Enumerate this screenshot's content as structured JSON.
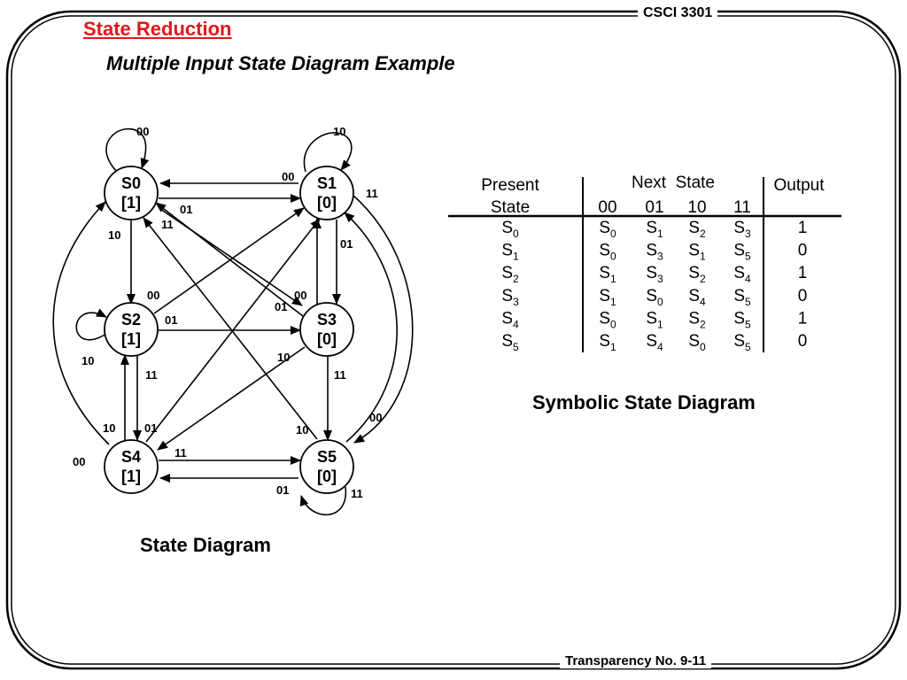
{
  "header": {
    "course": "CSCI 3301",
    "title": "State Reduction",
    "subtitle": "Multiple Input State Diagram Example"
  },
  "footer": {
    "label": "Transparency No. 9-11"
  },
  "diagram": {
    "caption": "State Diagram",
    "states": [
      {
        "id": "S0",
        "output": "[1]"
      },
      {
        "id": "S1",
        "output": "[0]"
      },
      {
        "id": "S2",
        "output": "[1]"
      },
      {
        "id": "S3",
        "output": "[0]"
      },
      {
        "id": "S4",
        "output": "[1]"
      },
      {
        "id": "S5",
        "output": "[0]"
      }
    ],
    "transitions": [
      {
        "from": "S0",
        "to": "S0",
        "input": "00"
      },
      {
        "from": "S0",
        "to": "S1",
        "input": "01"
      },
      {
        "from": "S0",
        "to": "S2",
        "input": "10"
      },
      {
        "from": "S0",
        "to": "S3",
        "input": "11"
      },
      {
        "from": "S1",
        "to": "S0",
        "input": "00"
      },
      {
        "from": "S1",
        "to": "S3",
        "input": "01"
      },
      {
        "from": "S1",
        "to": "S1",
        "input": "10"
      },
      {
        "from": "S1",
        "to": "S5",
        "input": "11"
      },
      {
        "from": "S2",
        "to": "S1",
        "input": "00"
      },
      {
        "from": "S2",
        "to": "S3",
        "input": "01"
      },
      {
        "from": "S2",
        "to": "S2",
        "input": "10"
      },
      {
        "from": "S2",
        "to": "S4",
        "input": "11"
      },
      {
        "from": "S3",
        "to": "S1",
        "input": "00"
      },
      {
        "from": "S3",
        "to": "S0",
        "input": "01"
      },
      {
        "from": "S3",
        "to": "S4",
        "input": "10"
      },
      {
        "from": "S3",
        "to": "S5",
        "input": "11"
      },
      {
        "from": "S4",
        "to": "S0",
        "input": "00"
      },
      {
        "from": "S4",
        "to": "S1",
        "input": "01"
      },
      {
        "from": "S4",
        "to": "S2",
        "input": "10"
      },
      {
        "from": "S4",
        "to": "S5",
        "input": "11"
      },
      {
        "from": "S5",
        "to": "S1",
        "input": "00"
      },
      {
        "from": "S5",
        "to": "S4",
        "input": "01"
      },
      {
        "from": "S5",
        "to": "S0",
        "input": "10"
      },
      {
        "from": "S5",
        "to": "S5",
        "input": "11"
      }
    ]
  },
  "table": {
    "caption": "Symbolic State Diagram",
    "header_present": [
      "Present",
      "State"
    ],
    "header_next": "Next  State",
    "header_output": "Output",
    "inputs": [
      "00",
      "01",
      "10",
      "11"
    ],
    "rows": [
      {
        "present": [
          "S",
          "0"
        ],
        "next": [
          [
            "S",
            "0"
          ],
          [
            "S",
            "1"
          ],
          [
            "S",
            "2"
          ],
          [
            "S",
            "3"
          ]
        ],
        "output": "1"
      },
      {
        "present": [
          "S",
          "1"
        ],
        "next": [
          [
            "S",
            "0"
          ],
          [
            "S",
            "3"
          ],
          [
            "S",
            "1"
          ],
          [
            "S",
            "5"
          ]
        ],
        "output": "0"
      },
      {
        "present": [
          "S",
          "2"
        ],
        "next": [
          [
            "S",
            "1"
          ],
          [
            "S",
            "3"
          ],
          [
            "S",
            "2"
          ],
          [
            "S",
            "4"
          ]
        ],
        "output": "1"
      },
      {
        "present": [
          "S",
          "3"
        ],
        "next": [
          [
            "S",
            "1"
          ],
          [
            "S",
            "0"
          ],
          [
            "S",
            "4"
          ],
          [
            "S",
            "5"
          ]
        ],
        "output": "0"
      },
      {
        "present": [
          "S",
          "4"
        ],
        "next": [
          [
            "S",
            "0"
          ],
          [
            "S",
            "1"
          ],
          [
            "S",
            "2"
          ],
          [
            "S",
            "5"
          ]
        ],
        "output": "1"
      },
      {
        "present": [
          "S",
          "5"
        ],
        "next": [
          [
            "S",
            "1"
          ],
          [
            "S",
            "4"
          ],
          [
            "S",
            "0"
          ],
          [
            "S",
            "5"
          ]
        ],
        "output": "0"
      }
    ]
  }
}
